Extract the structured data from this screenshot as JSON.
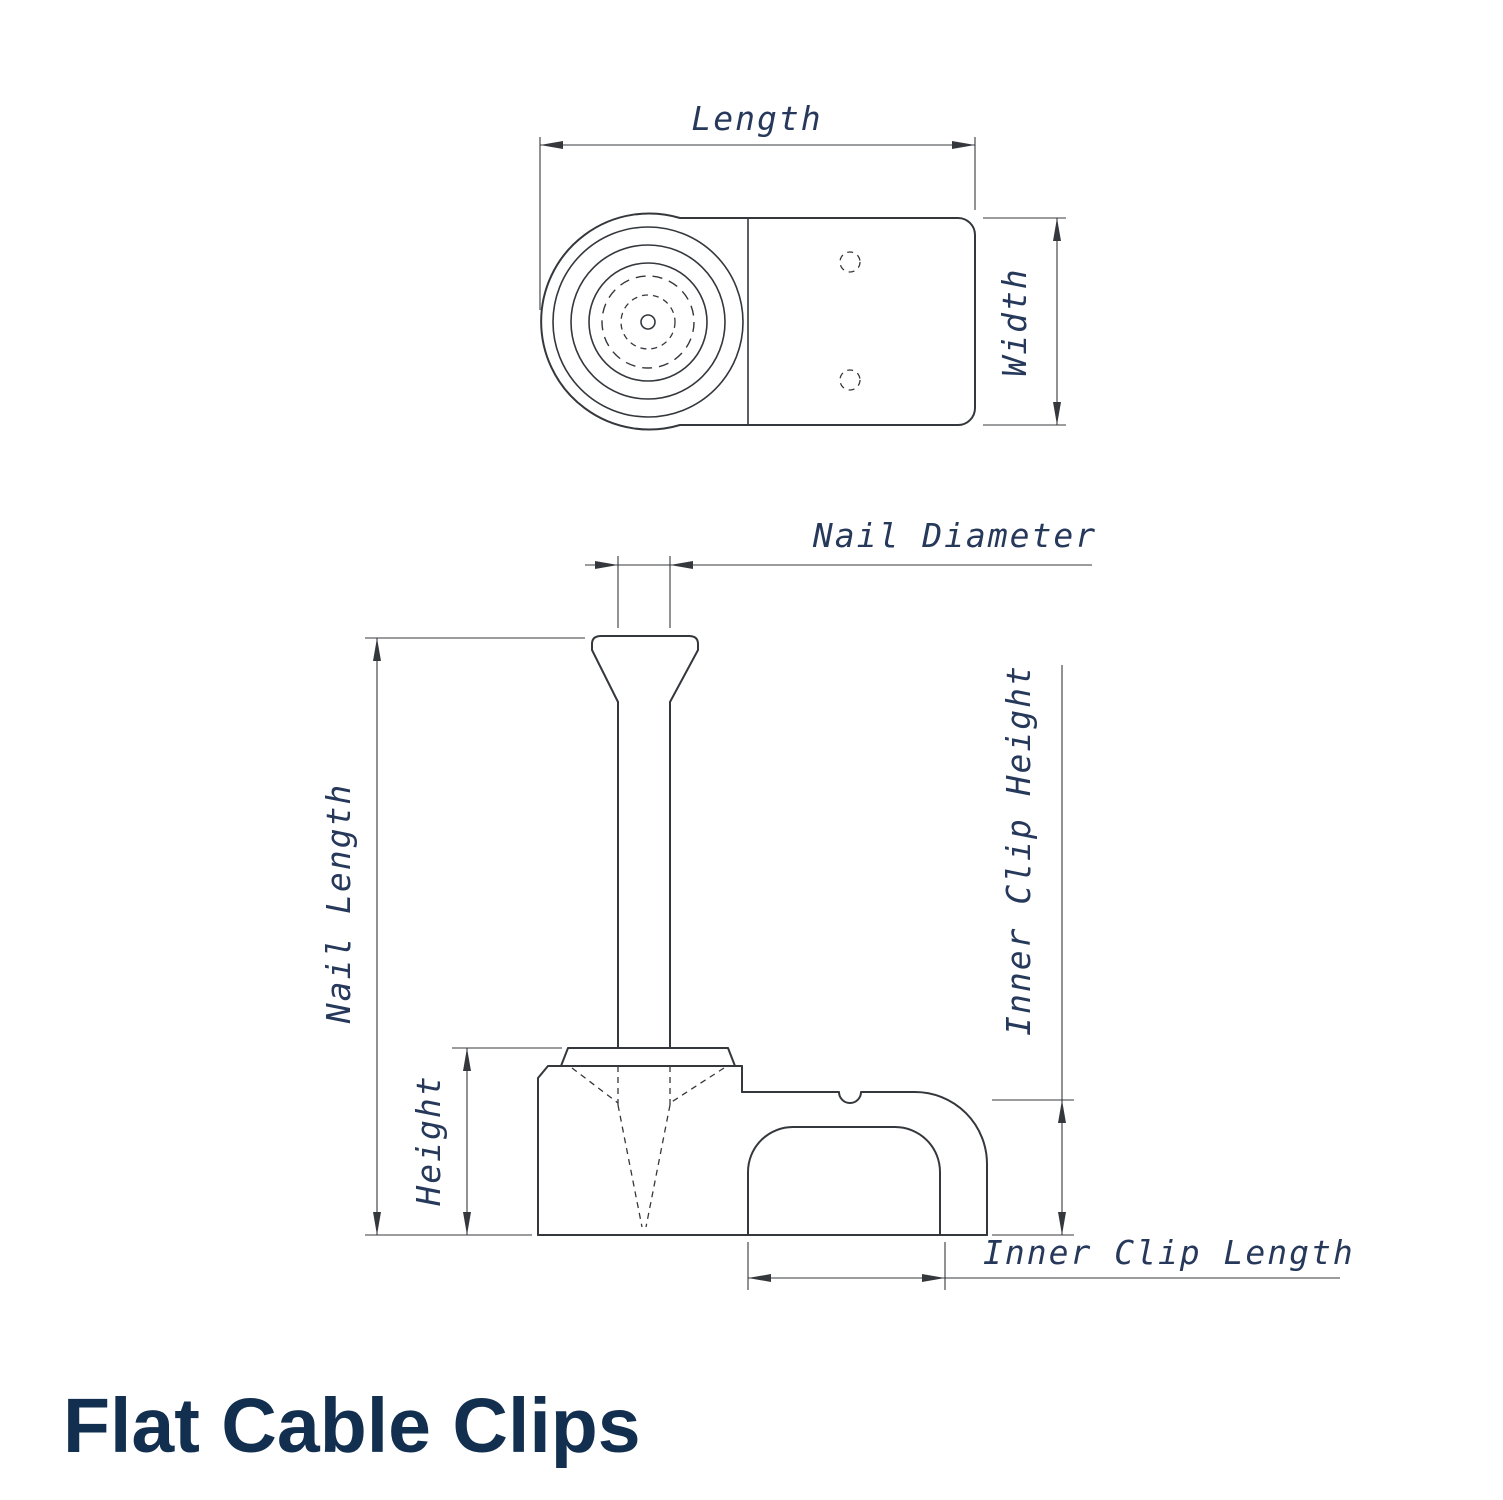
{
  "title": "Flat Cable Clips",
  "colors": {
    "line": "#34383d",
    "label": "#26395b",
    "title": "#122f4f",
    "background": "#ffffff"
  },
  "dimension_labels": {
    "length": "Length",
    "width": "Width",
    "nail_diameter": "Nail Diameter",
    "nail_length": "Nail Length",
    "height": "Height",
    "inner_clip_height": "Inner Clip Height",
    "inner_clip_length": "Inner Clip Length"
  }
}
